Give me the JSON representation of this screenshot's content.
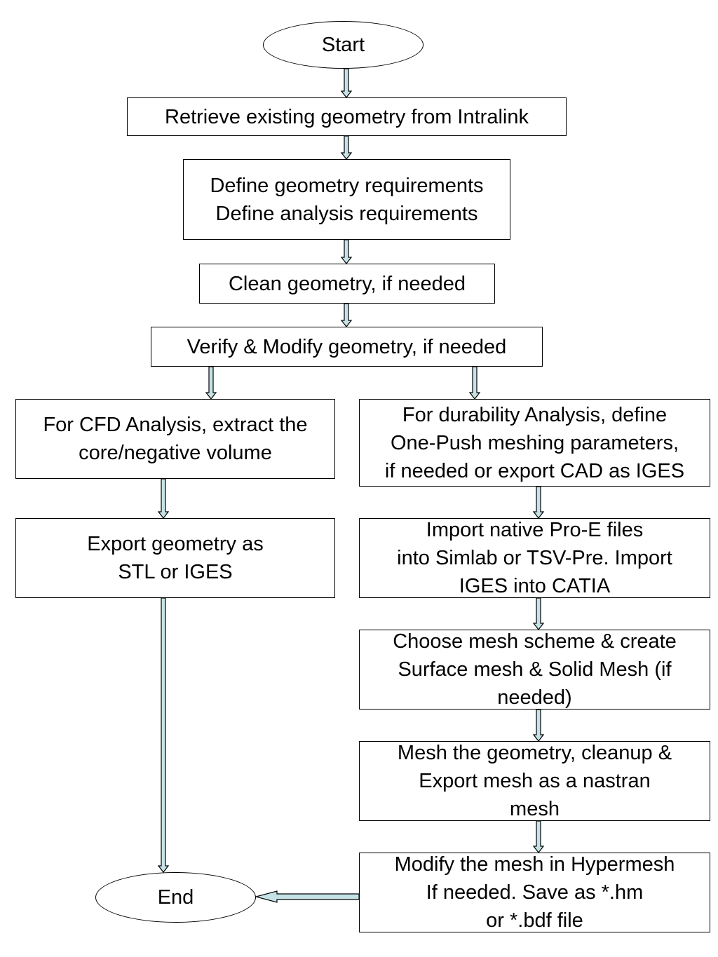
{
  "diagram": {
    "arrow_fill": "#c5e3e6",
    "nodes": {
      "start": "Start",
      "retrieve": "Retrieve existing geometry from Intralink",
      "define": "Define geometry requirements\nDefine analysis requirements",
      "clean": "Clean geometry, if needed",
      "verify": "Verify & Modify geometry, if needed",
      "cfd": "For CFD Analysis, extract the\ncore/negative volume",
      "durability": "For durability Analysis, define\nOne-Push meshing parameters,\nif needed or export CAD as IGES",
      "export_stl": "Export geometry as\nSTL or IGES",
      "import_native": "Import native Pro-E files\ninto Simlab or TSV-Pre. Import\nIGES into CATIA",
      "choose_mesh": "Choose mesh scheme & create\nSurface mesh & Solid Mesh (if\nneeded)",
      "mesh_geometry": "Mesh the geometry, cleanup &\nExport mesh as a nastran\nmesh",
      "modify_mesh": "Modify the mesh in Hypermesh\nIf needed. Save as *.hm\nor *.bdf file",
      "end": "End"
    }
  }
}
